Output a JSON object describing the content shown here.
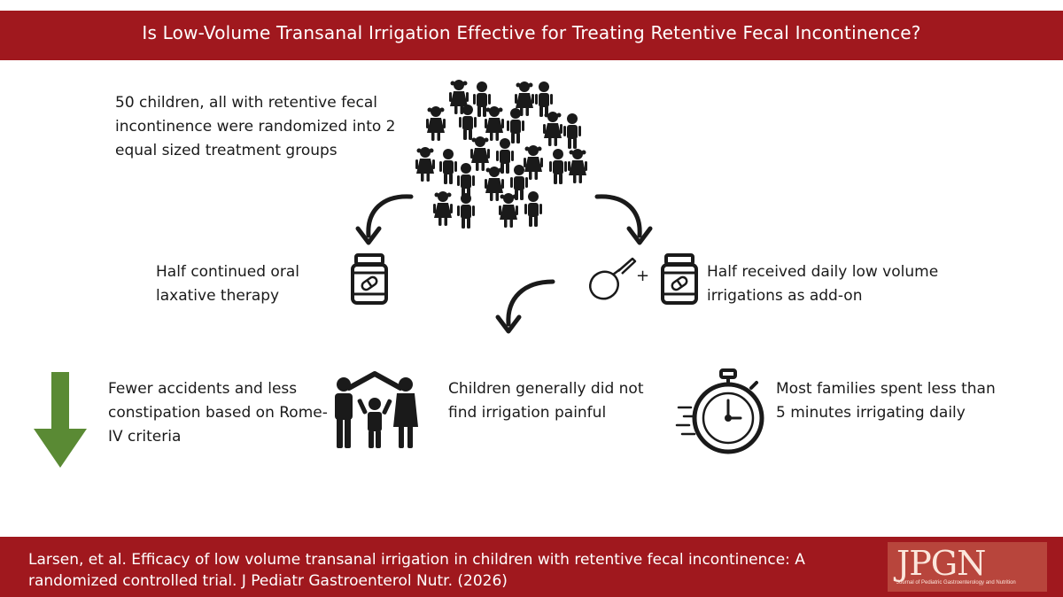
{
  "header": {
    "title": "Is Low-Volume Transanal Irrigation Effective for Treating Retentive Fecal Incontinence?"
  },
  "intro": {
    "text": "50 children, all with retentive fecal incontinence were randomized into 2 equal sized treatment groups"
  },
  "groups": {
    "control": "Half continued oral laxative therapy",
    "intervention": "Half received daily low volume irrigations as add-on",
    "plus_sign": "+"
  },
  "results": {
    "accidents": "Fewer accidents and less constipation based on Rome-IV criteria",
    "pain": "Children generally did not find irrigation painful",
    "time": "Most families spent less than 5 minutes irrigating daily"
  },
  "footer": {
    "citation": "Larsen, et al. Efficacy of low volume transanal irrigation in children with retentive fecal incontinence: A randomized controlled trial. J Pediatr Gastroenterol Nutr. (2026)",
    "logo_main": "JPGN",
    "logo_sub": "Journal of Pediatric Gastroenterology and Nutrition"
  },
  "colors": {
    "brand_red": "#a0181e",
    "down_arrow_green": "#5a8a34",
    "icon_black": "#1a1a1a"
  },
  "icons": [
    "children-crowd-icon",
    "curved-arrow-icon",
    "medicine-bottle-icon",
    "enema-bulb-icon",
    "green-down-arrow-icon",
    "family-icon",
    "stopwatch-icon"
  ]
}
